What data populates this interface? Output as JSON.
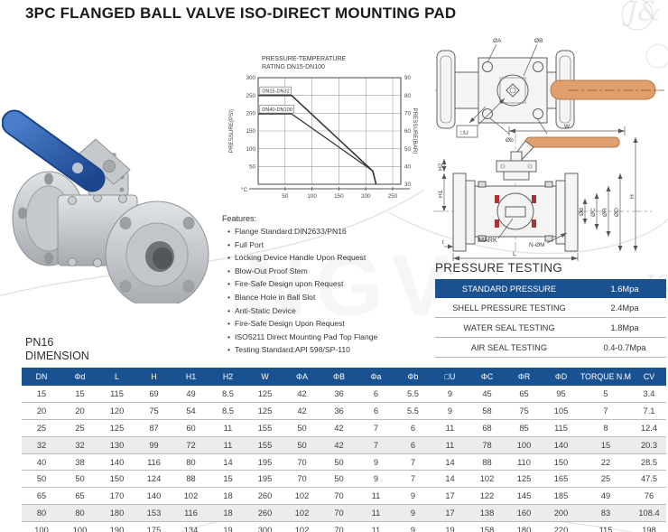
{
  "title": "3PC FLANGED BALL VALVE ISO-DIRECT MOUNTING PAD",
  "chart_data": {
    "type": "line",
    "title": "PRESSURE-TEMPERATURE",
    "subtitle": "RATING DN15-DN100",
    "x_label": "°C",
    "x_ticks": [
      50,
      100,
      150,
      200,
      250
    ],
    "x_range": [
      0,
      265
    ],
    "grid": true,
    "left_axis": {
      "label": "PRESSURE(PSI)",
      "ticks": [
        300,
        250,
        200,
        150,
        100,
        50
      ],
      "range": [
        0,
        300
      ]
    },
    "right_axis": {
      "label": "PRESSURE(BAR)",
      "ticks": [
        90,
        80,
        70,
        60,
        50,
        40,
        30
      ]
    },
    "series": [
      {
        "name": "DN15-DN32",
        "points_c_psi": [
          [
            0,
            250
          ],
          [
            62,
            250
          ],
          [
            213,
            37
          ],
          [
            219,
            0
          ]
        ]
      },
      {
        "name": "DN40-DN100",
        "points_c_psi": [
          [
            0,
            198
          ],
          [
            62,
            198
          ],
          [
            205,
            46
          ],
          [
            213,
            37
          ],
          [
            219,
            0
          ]
        ]
      }
    ]
  },
  "features": {
    "heading": "Features:",
    "items": [
      "Flange Standard:DIN2633/PN16",
      "Full Port",
      "Locking Device Handle Upon Request",
      "Blow-Out Proof Stem",
      "Fire-Safe Design upon Request",
      "Blance Hole in Ball Slot",
      "Anti-Static Device",
      "Fire-Safe Design Upon Request",
      "ISO5211 Direct Mounting Pad Top Flange",
      "Testing Standard:API 598/SP-110"
    ]
  },
  "pressure_testing": {
    "heading": "PRESSURE TESTING",
    "rows": [
      {
        "label": "STANDARD PRESSURE",
        "value": "1.6Mpa",
        "highlight": true
      },
      {
        "label": "SHELL PRESSURE TESTING",
        "value": "2.4Mpa",
        "highlight": false
      },
      {
        "label": "WATER SEAL TESTING",
        "value": "1.8Mpa",
        "highlight": false
      },
      {
        "label": "AIR SEAL TESTING",
        "value": "0.4-0.7Mpa",
        "highlight": false
      }
    ]
  },
  "dimension_table": {
    "series_label": "PN16",
    "heading": "DIMENSION",
    "columns": [
      "DN",
      "Φd",
      "L",
      "H",
      "H1",
      "H2",
      "W",
      "ΦA",
      "ΦB",
      "Φa",
      "Φb",
      "□U",
      "ΦC",
      "ΦR",
      "ΦD",
      "TORQUE N.M",
      "CV"
    ],
    "rows": [
      [
        "15",
        "15",
        "115",
        "69",
        "49",
        "8.5",
        "125",
        "42",
        "36",
        "6",
        "5.5",
        "9",
        "45",
        "65",
        "95",
        "5",
        "3.4"
      ],
      [
        "20",
        "20",
        "120",
        "75",
        "54",
        "8.5",
        "125",
        "42",
        "36",
        "6",
        "5.5",
        "9",
        "58",
        "75",
        "105",
        "7",
        "7.1"
      ],
      [
        "25",
        "25",
        "125",
        "87",
        "60",
        "11",
        "155",
        "50",
        "42",
        "7",
        "6",
        "11",
        "68",
        "85",
        "115",
        "8",
        "12.4"
      ],
      [
        "32",
        "32",
        "130",
        "99",
        "72",
        "11",
        "155",
        "50",
        "42",
        "7",
        "6",
        "11",
        "78",
        "100",
        "140",
        "15",
        "20.3"
      ],
      [
        "40",
        "38",
        "140",
        "116",
        "80",
        "14",
        "195",
        "70",
        "50",
        "9",
        "7",
        "14",
        "88",
        "110",
        "150",
        "22",
        "28.5"
      ],
      [
        "50",
        "50",
        "150",
        "124",
        "88",
        "15",
        "195",
        "70",
        "50",
        "9",
        "7",
        "14",
        "102",
        "125",
        "165",
        "25",
        "47.5"
      ],
      [
        "65",
        "65",
        "170",
        "140",
        "102",
        "18",
        "260",
        "102",
        "70",
        "11",
        "9",
        "17",
        "122",
        "145",
        "185",
        "49",
        "76"
      ],
      [
        "80",
        "80",
        "180",
        "153",
        "116",
        "18",
        "260",
        "102",
        "70",
        "11",
        "9",
        "17",
        "138",
        "160",
        "200",
        "83",
        "108.4"
      ],
      [
        "100",
        "100",
        "190",
        "175",
        "134",
        "19",
        "300",
        "102",
        "70",
        "11",
        "9",
        "19",
        "158",
        "180",
        "220",
        "115",
        "198"
      ]
    ],
    "shaded_row_indexes": [
      3,
      7
    ]
  },
  "drawings": {
    "top_view": {
      "dia_A": "ØA",
      "dia_B": "ØB",
      "dia_b": "Øb",
      "dia_a": "Øa",
      "square_U": "□U"
    },
    "side_view": {
      "W": "W",
      "H": "H",
      "H1": "H1",
      "H2": "H2",
      "dia_d": "Ød",
      "dia_C": "ØC",
      "dia_R": "ØR",
      "dia_D": "ØD",
      "L": "L",
      "t": "t",
      "mark": "MARK",
      "n_phi_m": "N-ØM"
    }
  },
  "colors": {
    "table_header_blue": "#1a5291",
    "row_shade": "#ececec",
    "handle_blue": "#2a57a5",
    "drawing_handle_orange": "#dfa06d"
  },
  "watermark": {
    "corner_mark": "J&",
    "center_text": "NGV"
  }
}
